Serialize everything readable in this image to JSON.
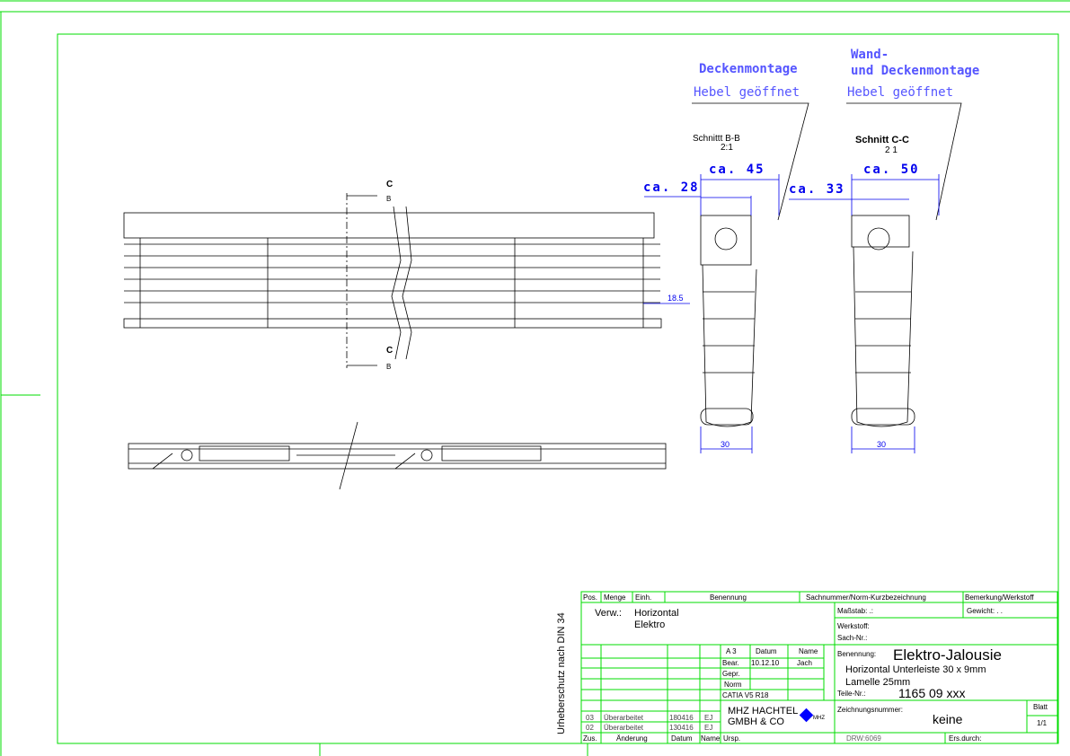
{
  "views": {
    "left_title": "Deckenmontage",
    "left_lever": "Hebel geöffnet",
    "left_section": "Schnittt B-B",
    "left_scale": "2:1",
    "right_title_1": "Wand-",
    "right_title_2": "und Deckenmontage",
    "right_lever": "Hebel geöffnet",
    "right_section": "Schnitt C-C",
    "right_scale": "2 1",
    "dim_28": "ca. 28",
    "dim_45": "ca. 45",
    "dim_33": "ca. 33",
    "dim_50": "ca. 50",
    "dim_30_left": "30",
    "dim_30_right": "30",
    "dim_18_5": "18.5",
    "cut_c_top": "C",
    "cut_b_top": "B",
    "cut_c_bottom": "C",
    "cut_b_bottom": "B"
  },
  "title_block": {
    "copyright": "Urheberschutz nach DIN 34",
    "header": {
      "pos": "Pos.",
      "menge": "Menge",
      "einh": "Einh.",
      "benennung": "Benennung",
      "sachnummer": "Sachnummer/Norm-Kurzbezeichnung",
      "bemerkung": "Bemerkung/Werkstoff"
    },
    "verw_label": "Verw.:",
    "verw_1": "Horizontal",
    "verw_2": "Elektro",
    "massstab": "Maßstab:  .:",
    "gewicht": "Gewicht: . .",
    "werkstoff": "Werkstoff:",
    "sach_nr": "Sach-Nr.:",
    "format": "A 3",
    "datum_h": "Datum",
    "name_h": "Name",
    "bearb": "Bear.",
    "bearb_datum": "10.12.10",
    "bearb_name": "Jach",
    "gepr": "Gepr.",
    "norm": "Norm",
    "cad": "CATIA V5 R18",
    "benennung_label": "Benennung:",
    "benennung": "Elektro-Jalousie",
    "line2": "Horizontal Unterleiste 30 x 9mm",
    "line3": "Lamelle 25mm",
    "teile_label": "Teile-Nr.:",
    "teile_nr": "1165 09 xxx",
    "company_1": "MHZ HACHTEL",
    "company_2": "GMBH & CO",
    "logo_text": "MHZ",
    "zeichnung_label": "Zeichnungsnummer:",
    "zeichnung": "keine",
    "blatt_label": "Blatt",
    "blatt": "1/1",
    "rev": [
      {
        "zus": "03",
        "text": "Überarbeitet",
        "datum": "180416",
        "name": "EJ"
      },
      {
        "zus": "02",
        "text": "Überarbeitet",
        "datum": "130416",
        "name": "EJ"
      }
    ],
    "footer": {
      "zus": "Zus.",
      "aenderung": "Änderung",
      "datum": "Datum",
      "name": "Name",
      "ursp": "Ursp.",
      "drw": "DRW:6069",
      "ers": "Ers.durch:"
    }
  },
  "colors": {
    "frame": "#00dd00",
    "dim": "#0000ee",
    "logo": "#0000ff"
  }
}
